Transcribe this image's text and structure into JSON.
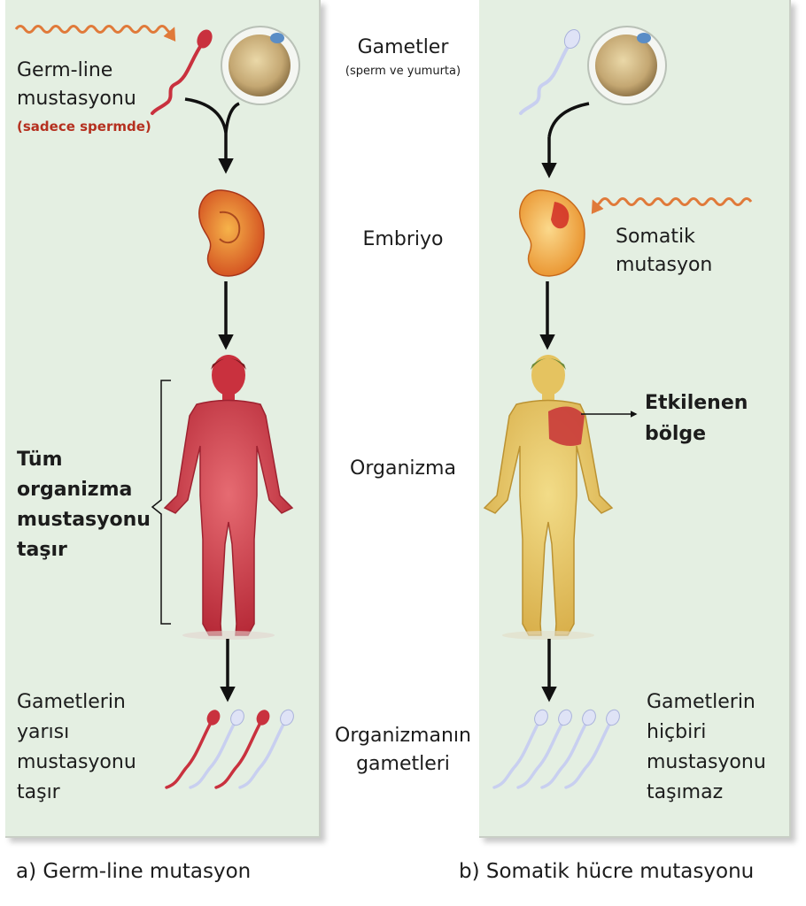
{
  "center_labels": {
    "gametes": "Gametler",
    "gametes_sub": "(sperm ve yumurta)",
    "embryo": "Embriyo",
    "organism": "Organizma",
    "organism_gametes_1": "Organizmanın",
    "organism_gametes_2": "gametleri"
  },
  "left_panel": {
    "germline_1": "Germ-line",
    "germline_2": "mustasyonu",
    "germline_note": "(sadece spermde)",
    "whole_1": "Tüm",
    "whole_2": "organizma",
    "whole_3": "mustasyonu",
    "whole_4": "taşır",
    "half_1": "Gametlerin",
    "half_2": "yarısı",
    "half_3": "mustasyonu",
    "half_4": "taşır"
  },
  "right_panel": {
    "somatic_1": "Somatik",
    "somatic_2": "mutasyon",
    "affected_1": "Etkilenen",
    "affected_2": "bölge",
    "none_1": "Gametlerin",
    "none_2": "hiçbiri",
    "none_3": "mustasyonu",
    "none_4": "taşımaz"
  },
  "captions": {
    "a": "a) Germ-line mutasyon",
    "b": "b) Somatik hücre mutasyonu"
  },
  "colors": {
    "panel": "#e4efe2",
    "mutation_wave": "#e07a3a",
    "mutated": "#c9313e",
    "normal_sperm": "#c8cff0",
    "somatic_body": "#e8c862"
  }
}
